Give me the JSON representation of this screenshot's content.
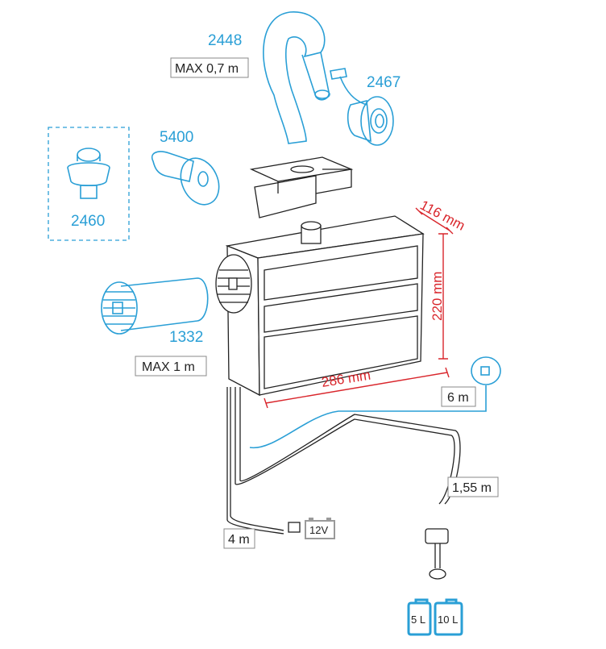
{
  "parts": {
    "p2448": "2448",
    "p2467": "2467",
    "p5400": "5400",
    "p2460": "2460",
    "p1332": "1332"
  },
  "lengths": {
    "max_07": "MAX 0,7 m",
    "max_1": "MAX 1 m",
    "cable_6": "6 m",
    "cable_4": "4 m",
    "fuel_155": "1,55 m"
  },
  "dimensions": {
    "depth": "116 mm",
    "height": "220 mm",
    "width": "286 mm"
  },
  "battery": "12V",
  "tanks": [
    "5 L",
    "10 L"
  ],
  "colors": {
    "accessory": "#2a9fd6",
    "dimension": "#d9262c",
    "heater": "#222222",
    "battery": "#9a9a9a"
  }
}
